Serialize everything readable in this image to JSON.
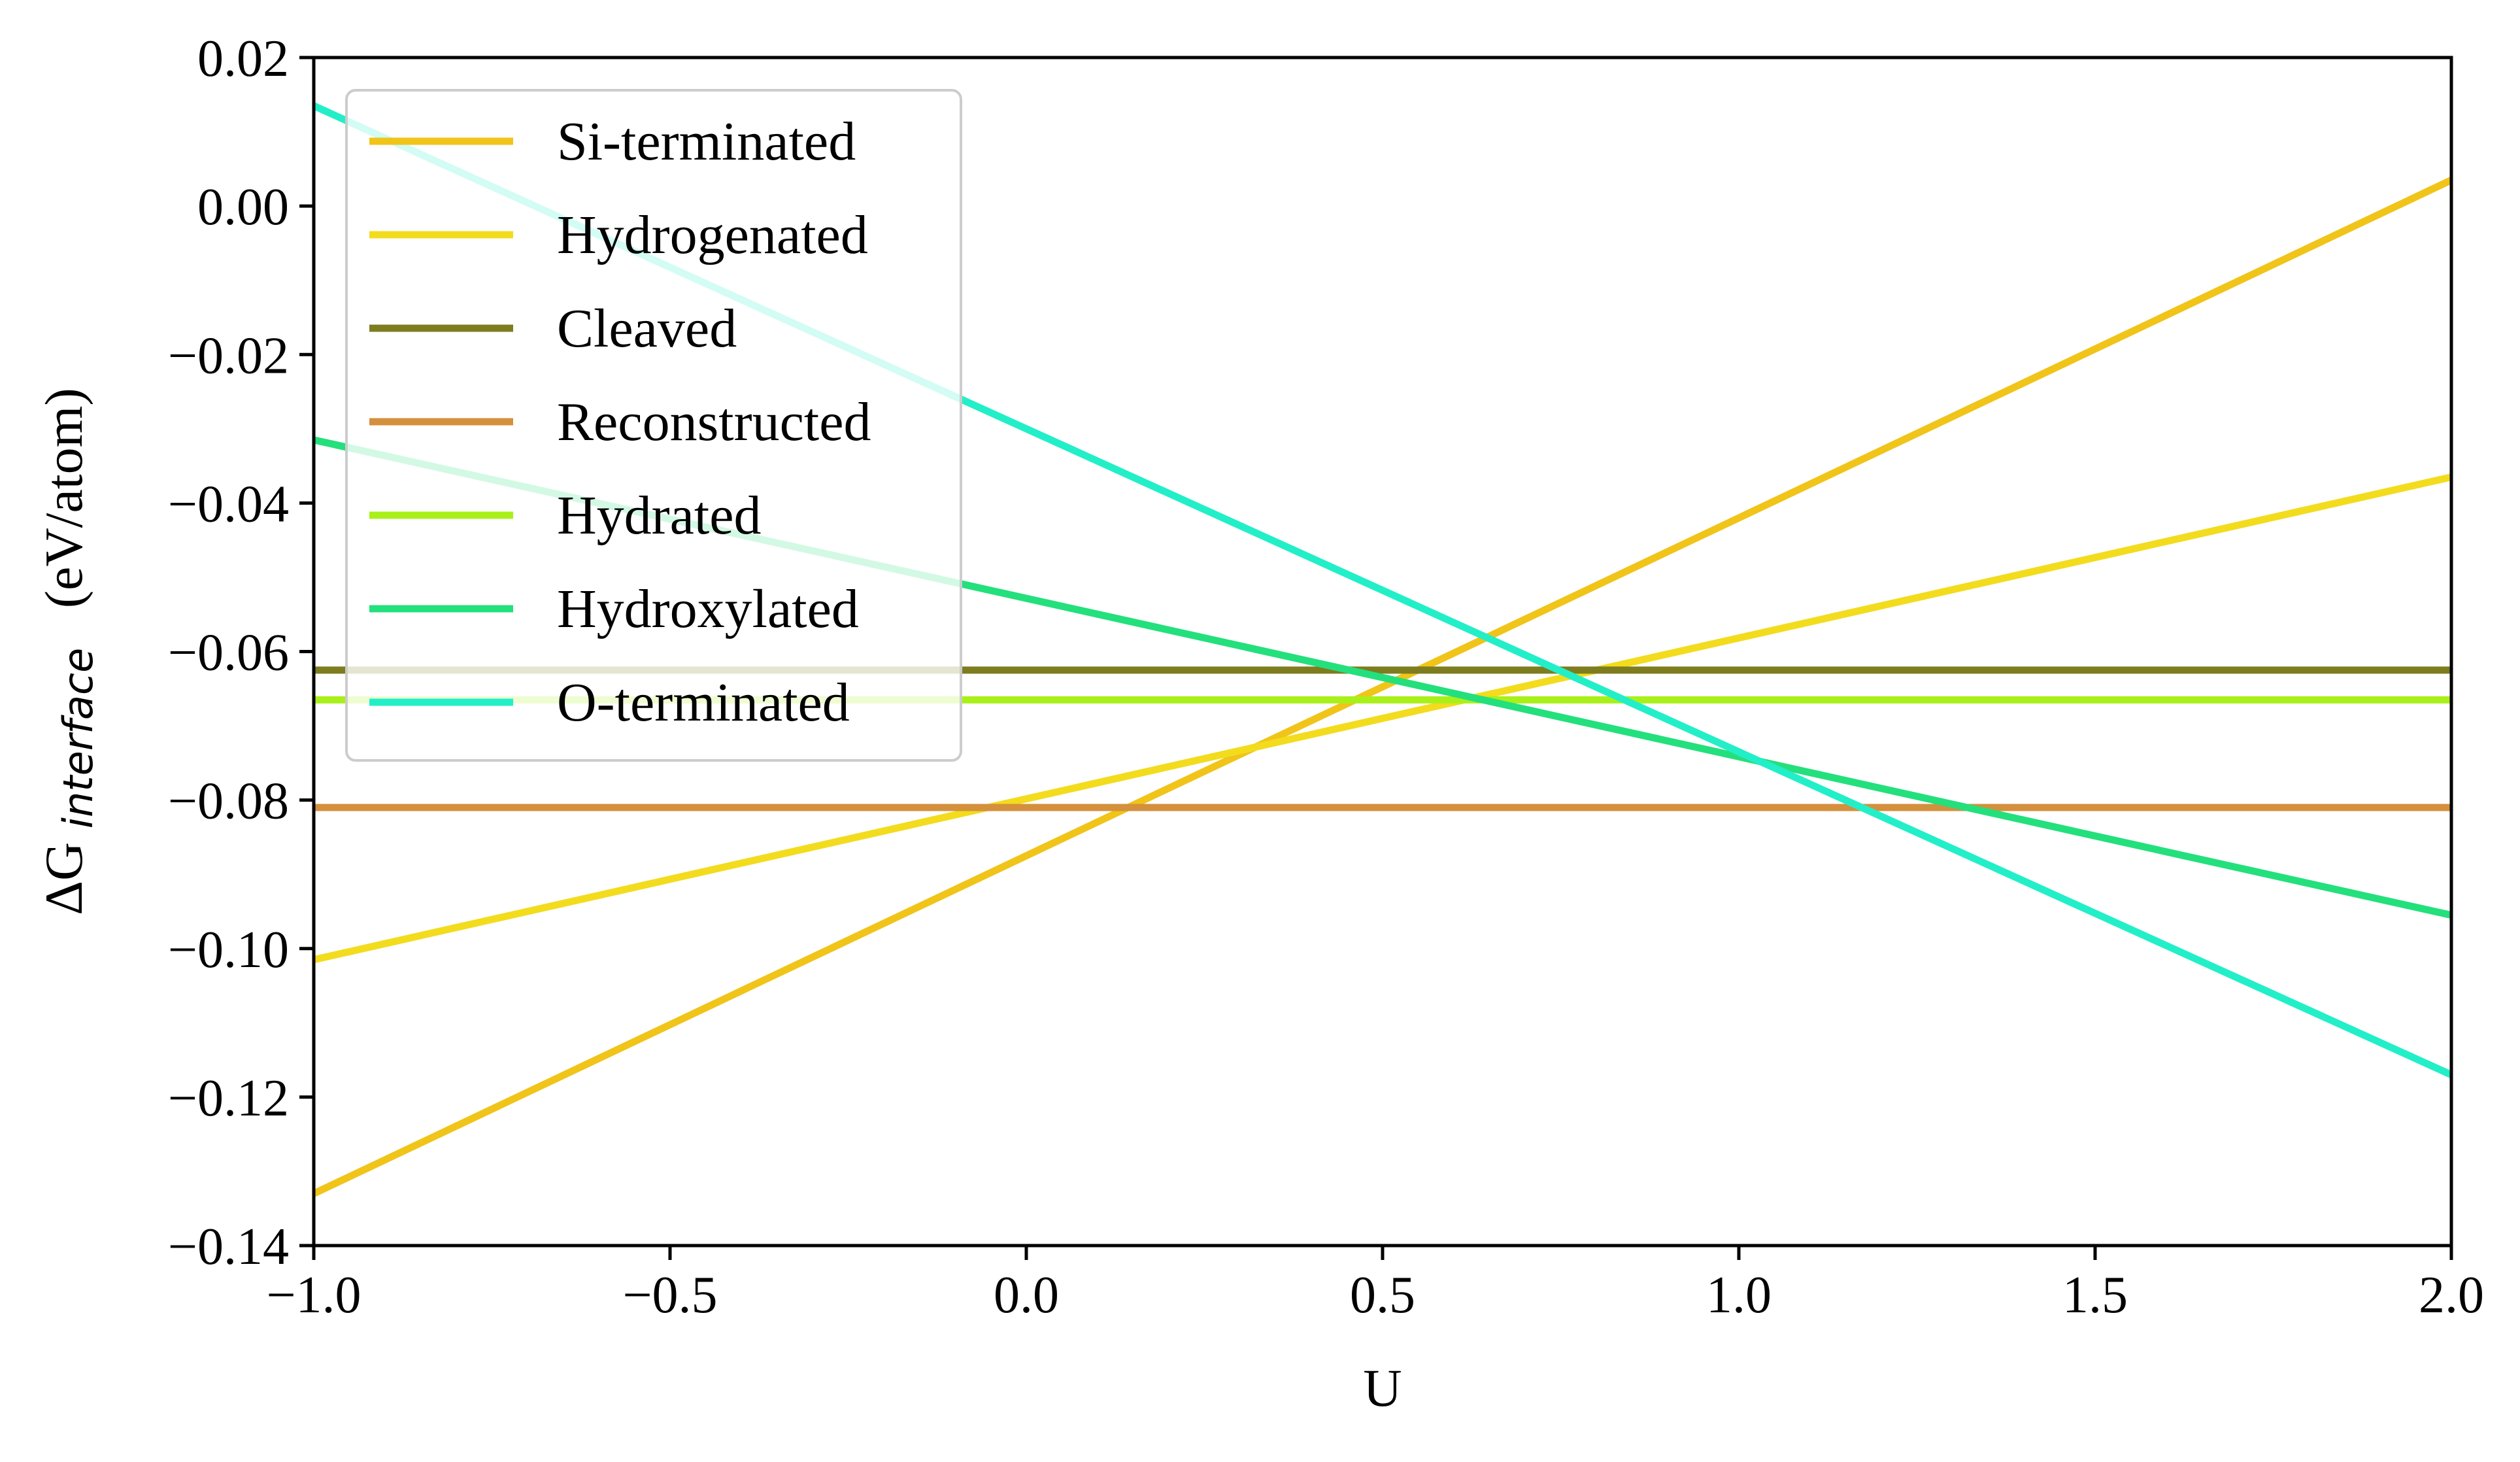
{
  "chart_data": {
    "type": "line",
    "xlabel": "U",
    "ylabel": {
      "prefix": "ΔG",
      "subscript": "interface",
      "unit": "(eV/atom)"
    },
    "xlim": [
      -1.0,
      2.0
    ],
    "ylim": [
      -0.14,
      0.02
    ],
    "xticks": [
      -1.0,
      -0.5,
      0.0,
      0.5,
      1.0,
      1.5,
      2.0
    ],
    "xtick_labels": [
      "−1.0",
      "−0.5",
      "0.0",
      "0.5",
      "1.0",
      "1.5",
      "2.0"
    ],
    "yticks": [
      0.02,
      0.0,
      -0.02,
      -0.04,
      -0.06,
      -0.08,
      -0.1,
      -0.12,
      -0.14
    ],
    "ytick_labels": [
      "0.02",
      "0.00",
      "−0.02",
      "−0.04",
      "−0.06",
      "−0.08",
      "−0.10",
      "−0.12",
      "−0.14"
    ],
    "grid": false,
    "legend_position": "upper-left",
    "series": [
      {
        "name": "Si-terminated",
        "color": "#f0c419",
        "x": [
          -1.0,
          2.0
        ],
        "y": [
          -0.133,
          0.0035
        ]
      },
      {
        "name": "Hydrogenated",
        "color": "#f2dc1d",
        "x": [
          -1.0,
          2.0
        ],
        "y": [
          -0.1015,
          -0.0365
        ]
      },
      {
        "name": "Cleaved",
        "color": "#7d7d1f",
        "x": [
          -1.0,
          2.0
        ],
        "y": [
          -0.0625,
          -0.0625
        ]
      },
      {
        "name": "Reconstructed",
        "color": "#d4903c",
        "x": [
          -1.0,
          2.0
        ],
        "y": [
          -0.081,
          -0.081
        ]
      },
      {
        "name": "Hydrated",
        "color": "#a9f01a",
        "x": [
          -1.0,
          2.0
        ],
        "y": [
          -0.0665,
          -0.0665
        ]
      },
      {
        "name": "Hydroxylated",
        "color": "#23e07c",
        "x": [
          -1.0,
          2.0
        ],
        "y": [
          -0.0315,
          -0.0955
        ]
      },
      {
        "name": "O-terminated",
        "color": "#22efc8",
        "x": [
          -1.0,
          2.0
        ],
        "y": [
          0.0135,
          -0.117
        ]
      }
    ]
  }
}
